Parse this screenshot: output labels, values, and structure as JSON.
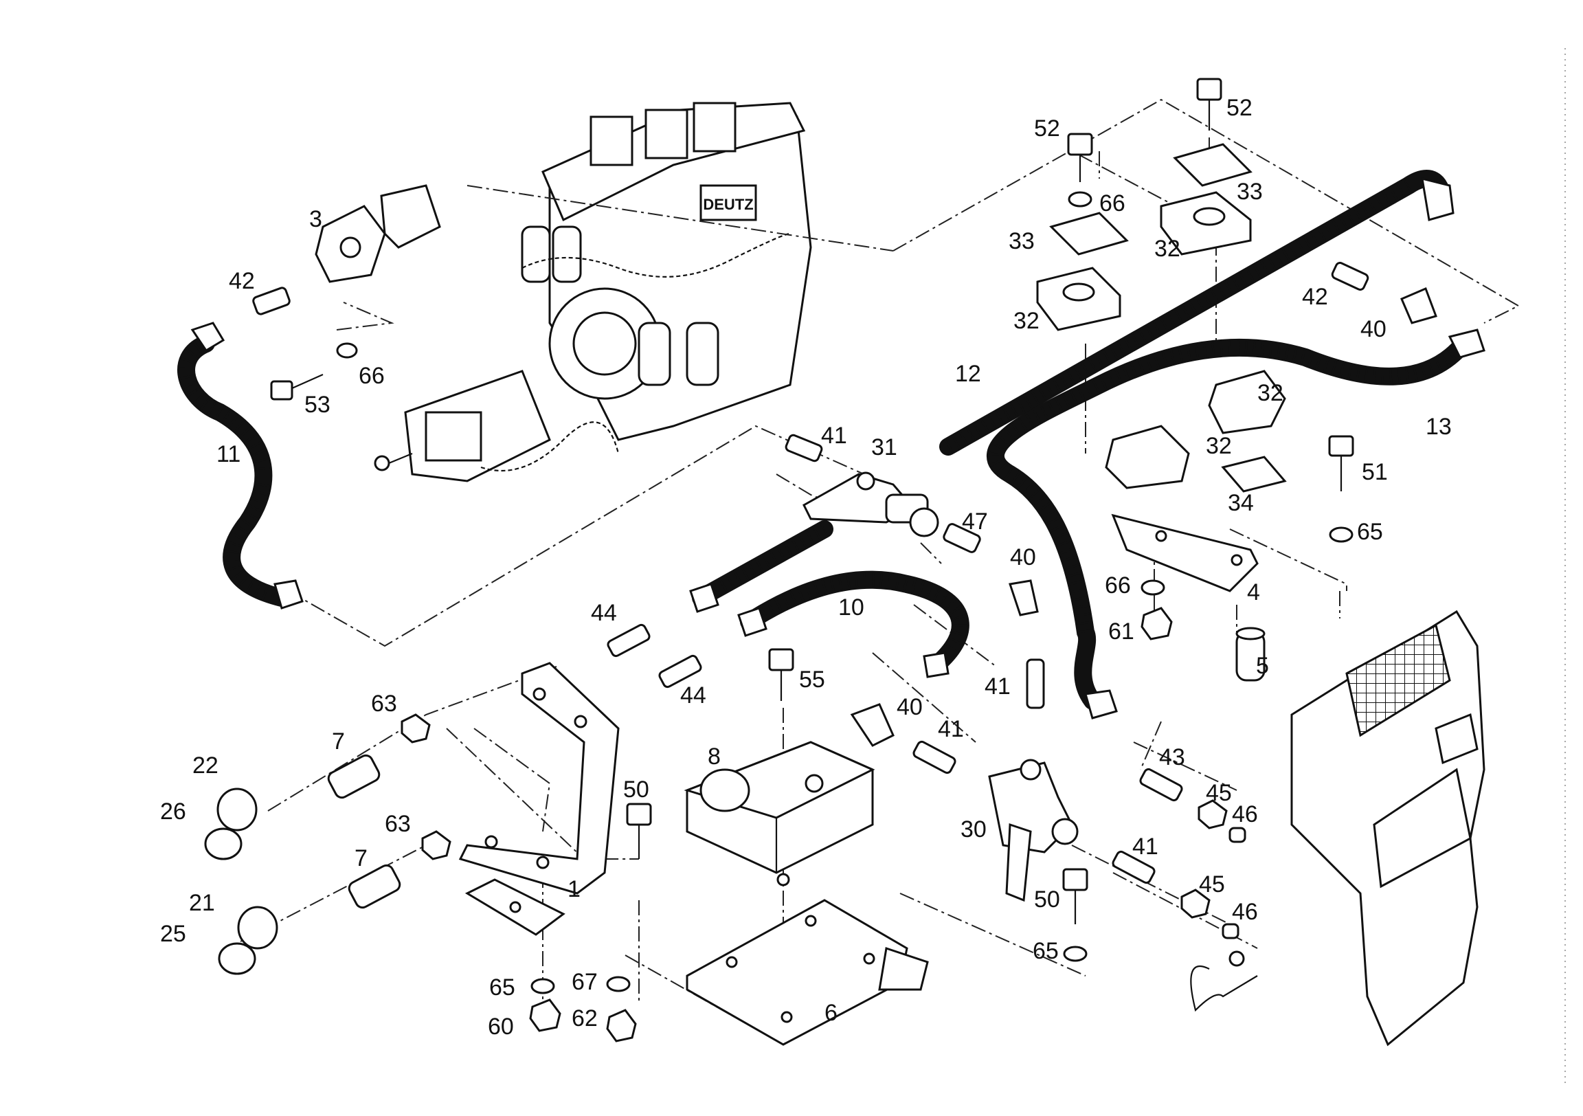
{
  "callouts": [
    {
      "id": "c1",
      "text": "1"
    },
    {
      "id": "c3",
      "text": "3"
    },
    {
      "id": "c4",
      "text": "4"
    },
    {
      "id": "c5",
      "text": "5"
    },
    {
      "id": "c6",
      "text": "6"
    },
    {
      "id": "c7a",
      "text": "7"
    },
    {
      "id": "c7b",
      "text": "7"
    },
    {
      "id": "c8",
      "text": "8"
    },
    {
      "id": "c10",
      "text": "10"
    },
    {
      "id": "c11",
      "text": "11"
    },
    {
      "id": "c12",
      "text": "12"
    },
    {
      "id": "c13",
      "text": "13"
    },
    {
      "id": "c21",
      "text": "21"
    },
    {
      "id": "c22",
      "text": "22"
    },
    {
      "id": "c25",
      "text": "25"
    },
    {
      "id": "c26",
      "text": "26"
    },
    {
      "id": "c30",
      "text": "30"
    },
    {
      "id": "c31",
      "text": "31"
    },
    {
      "id": "c32a",
      "text": "32"
    },
    {
      "id": "c32b",
      "text": "32"
    },
    {
      "id": "c32c",
      "text": "32"
    },
    {
      "id": "c32d",
      "text": "32"
    },
    {
      "id": "c33a",
      "text": "33"
    },
    {
      "id": "c33b",
      "text": "33"
    },
    {
      "id": "c34",
      "text": "34"
    },
    {
      "id": "c40a",
      "text": "40"
    },
    {
      "id": "c40b",
      "text": "40"
    },
    {
      "id": "c40c",
      "text": "40"
    },
    {
      "id": "c41a",
      "text": "41"
    },
    {
      "id": "c41b",
      "text": "41"
    },
    {
      "id": "c41c",
      "text": "41"
    },
    {
      "id": "c41d",
      "text": "41"
    },
    {
      "id": "c42a",
      "text": "42"
    },
    {
      "id": "c42b",
      "text": "42"
    },
    {
      "id": "c43",
      "text": "43"
    },
    {
      "id": "c44a",
      "text": "44"
    },
    {
      "id": "c44b",
      "text": "44"
    },
    {
      "id": "c45a",
      "text": "45"
    },
    {
      "id": "c45b",
      "text": "45"
    },
    {
      "id": "c46a",
      "text": "46"
    },
    {
      "id": "c46b",
      "text": "46"
    },
    {
      "id": "c47",
      "text": "47"
    },
    {
      "id": "c50a",
      "text": "50"
    },
    {
      "id": "c50b",
      "text": "50"
    },
    {
      "id": "c51",
      "text": "51"
    },
    {
      "id": "c52a",
      "text": "52"
    },
    {
      "id": "c52b",
      "text": "52"
    },
    {
      "id": "c53",
      "text": "53"
    },
    {
      "id": "c55",
      "text": "55"
    },
    {
      "id": "c60",
      "text": "60"
    },
    {
      "id": "c61",
      "text": "61"
    },
    {
      "id": "c62",
      "text": "62"
    },
    {
      "id": "c63a",
      "text": "63"
    },
    {
      "id": "c63b",
      "text": "63"
    },
    {
      "id": "c65a",
      "text": "65"
    },
    {
      "id": "c65b",
      "text": "65"
    },
    {
      "id": "c65c",
      "text": "65"
    },
    {
      "id": "c66a",
      "text": "66"
    },
    {
      "id": "c66b",
      "text": "66"
    },
    {
      "id": "c66c",
      "text": "66"
    },
    {
      "id": "c67",
      "text": "67"
    }
  ],
  "engine_brand": "DEUTZ"
}
